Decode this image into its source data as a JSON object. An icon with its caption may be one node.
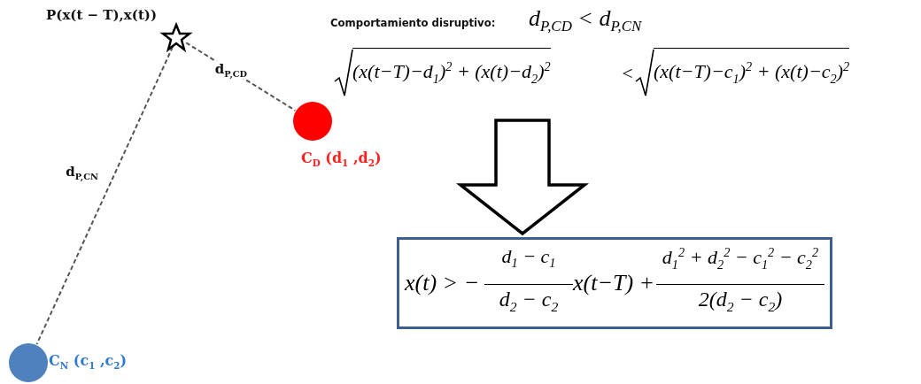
{
  "diagram": {
    "nodes": [
      {
        "text": [
          "P(x(t − T),x(t))"
        ]
      },
      {
        "text": [
          "C$_{D}$ (d$_{1}$ ,d$_{2}$)"
        ]
      },
      {
        "text": [
          "C$_{N}$ (c$_{1}$ ,c$_{2}$)"
        ]
      },
      {
        "text": [
          "Comportamiento disruptivo:",
          "d$_{P,C}$$_{D}$ < d$_{P,C}$$_{N}$",
          "(x(t−T)−d$_{1}$)$^{2}$ + (x(t)−d$_{2}$)$^{2}$",
          "<",
          "(x(t−T)−c$_{1}$)$^{2}$ + (x(t)−c$_{2}$)$^{2}$"
        ]
      },
      {
        "text": [
          "x(t) > −",
          "d$_{1}$ − c$_{1}$",
          "d$_{2}$ − c$_{2}$",
          "x(t−T) +",
          "d$_{1}$$^{2}$ + d$_{2}$$^{2}$ − c$_{1}$$^{2}$ − c$_{2}$$^{2}$",
          "2(d$_{2}$ − c$_{2}$)"
        ]
      }
    ],
    "edges": [
      {
        "from": 0,
        "to": 1,
        "arrow": "none",
        "label": "d$_{P,C}$$_{D}$",
        "style": "dashed"
      },
      {
        "from": 0,
        "to": 2,
        "arrow": "none",
        "label": "d$_{P,C}$$_{N}$",
        "style": "dashed"
      },
      {
        "from": 3,
        "to": 4,
        "arrow": "to",
        "style": "thick"
      }
    ]
  }
}
